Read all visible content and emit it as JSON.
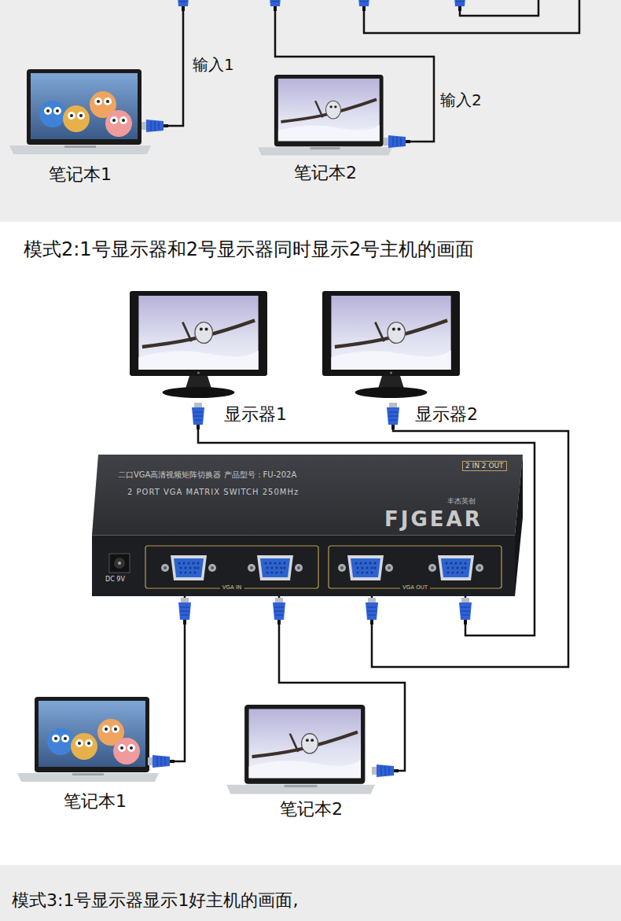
{
  "diagram": {
    "title": "模式2:1号显示器和2号显示器同时显示2号主机的画面",
    "nodes": [
      {
        "text": [
          "笔记本1"
        ]
      },
      {
        "text": [
          "笔记本2"
        ]
      },
      {
        "text": [
          "显示器1"
        ]
      },
      {
        "text": [
          "显示器2"
        ]
      },
      {
        "text": [
          "2 IN 2 OUT",
          "二口VGA高清视频矩阵切换器 产品型号：FU-202A",
          "2 PORT VGA MATRIX SWITCH 250MHz",
          "丰杰英创",
          "FJGEAR",
          "DC 9V",
          "VGA IN",
          "VGA OUT"
        ]
      },
      {
        "text": [
          "笔记本1"
        ]
      },
      {
        "text": [
          "笔记本2"
        ]
      }
    ],
    "edges": [
      {
        "from": 5,
        "to": 4,
        "arrow": "none"
      },
      {
        "from": 6,
        "to": 4,
        "arrow": "none"
      },
      {
        "from": 4,
        "to": 2,
        "arrow": "none"
      },
      {
        "from": 4,
        "to": 3,
        "arrow": "none"
      }
    ],
    "labels": [
      "输入1",
      "输入2",
      "模式3:1号显示器显示1好主机的画面,"
    ]
  }
}
